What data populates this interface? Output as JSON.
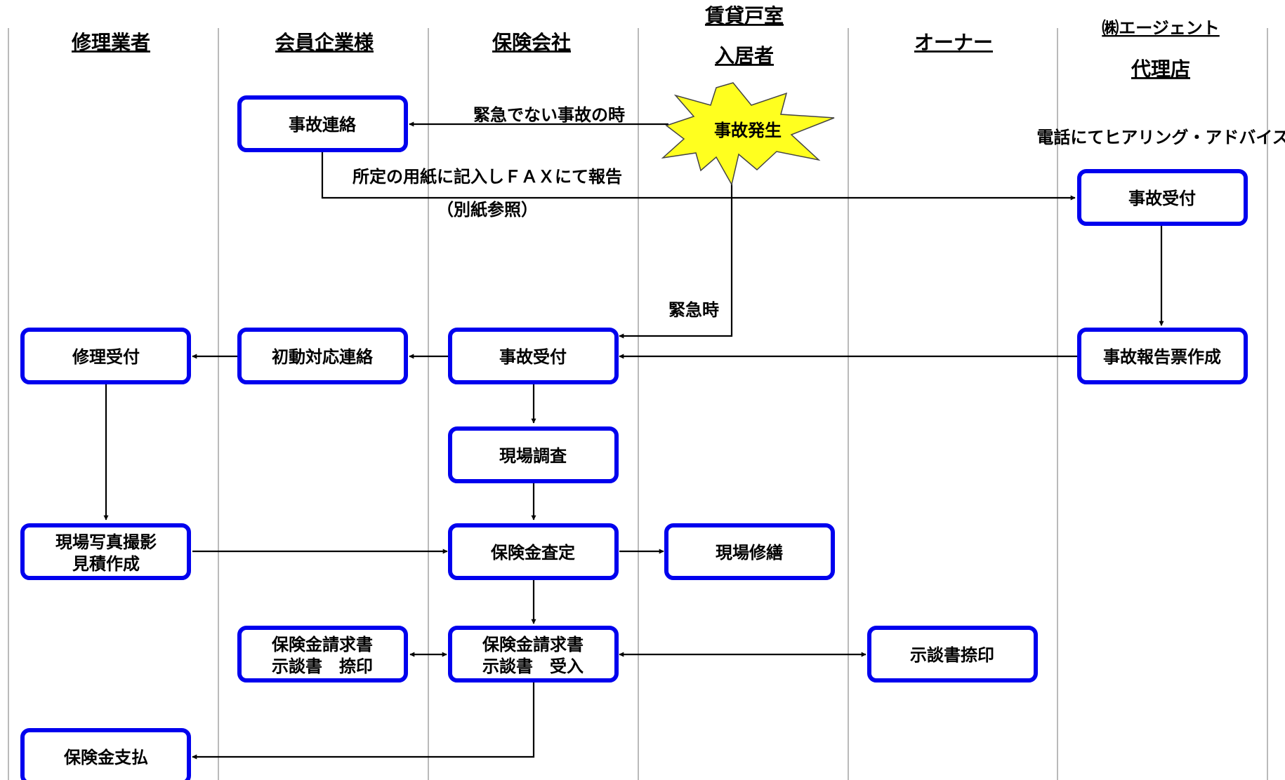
{
  "lanes": {
    "repair": "修理業者",
    "member": "会員企業様",
    "insurer": "保険会社",
    "tenant_line1": "賃貸戸室",
    "tenant_line2": "入居者",
    "owner": "オーナー",
    "agent_line1": "㈱エージェント",
    "agent_line2": "代理店"
  },
  "boxes": {
    "member_accident_contact": "事故連絡",
    "agent_accident_reception": "事故受付",
    "repair_reception": "修理受付",
    "member_initial_response": "初動対応連絡",
    "insurer_accident_reception": "事故受付",
    "agent_report_creation": "事故報告票作成",
    "insurer_site_survey": "現場調査",
    "repair_photo_line1": "現場写真撮影",
    "repair_photo_line2": "見積作成",
    "insurer_assessment": "保険金査定",
    "tenant_site_repair": "現場修繕",
    "member_claim_line1": "保険金請求書",
    "member_claim_line2": "示談書　捺印",
    "insurer_claim_line1": "保険金請求書",
    "insurer_claim_line2": "示談書　受入",
    "owner_seal": "示談書捺印",
    "repair_payment": "保険金支払"
  },
  "event": {
    "label": "事故発生"
  },
  "labels": {
    "non_emergency": "緊急でない事故の時",
    "fax_report": "所定の用紙に記入しＦＡＸにて報告",
    "separate_sheet": "（別紙参照）",
    "emergency": "緊急時",
    "phone_advice": "電話にてヒアリング・アドバイス"
  },
  "colors": {
    "box_border": "#0000ee",
    "burst_fill": "#ffff1f",
    "lane_line": "#8c8c8c"
  }
}
